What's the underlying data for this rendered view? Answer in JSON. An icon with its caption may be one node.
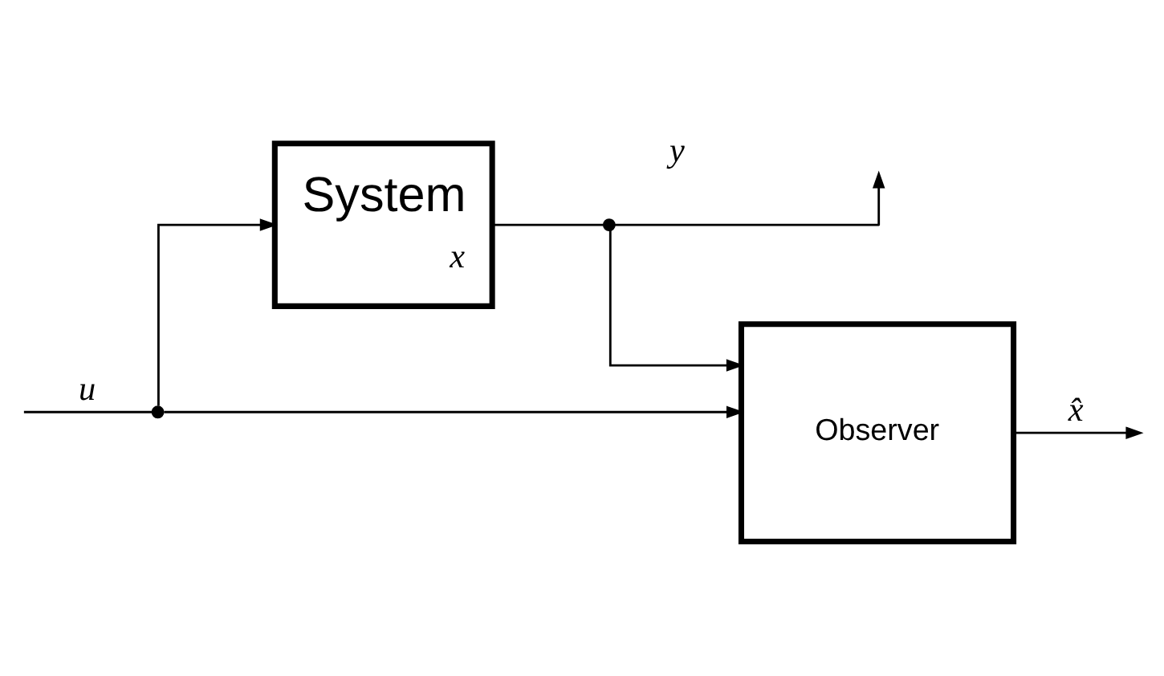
{
  "diagram": {
    "nodes": [
      {
        "text": [
          "System",
          "x"
        ]
      },
      {
        "text": [
          "Observer"
        ]
      },
      {
        "text": [],
        "shape": "circle"
      },
      {
        "text": [],
        "shape": "circle"
      }
    ],
    "edges": [
      {
        "from": null,
        "to": 2,
        "arrow": "none",
        "label": "u"
      },
      {
        "from": 2,
        "to": 0,
        "arrow": "to"
      },
      {
        "from": 0,
        "to": 3,
        "arrow": "none"
      },
      {
        "from": 3,
        "to": null,
        "arrow": "to",
        "label": "y"
      },
      {
        "from": 3,
        "to": 1,
        "arrow": "to"
      },
      {
        "from": 2,
        "to": 1,
        "arrow": "to"
      },
      {
        "from": 1,
        "to": null,
        "arrow": "to",
        "label": "x̂"
      }
    ]
  }
}
